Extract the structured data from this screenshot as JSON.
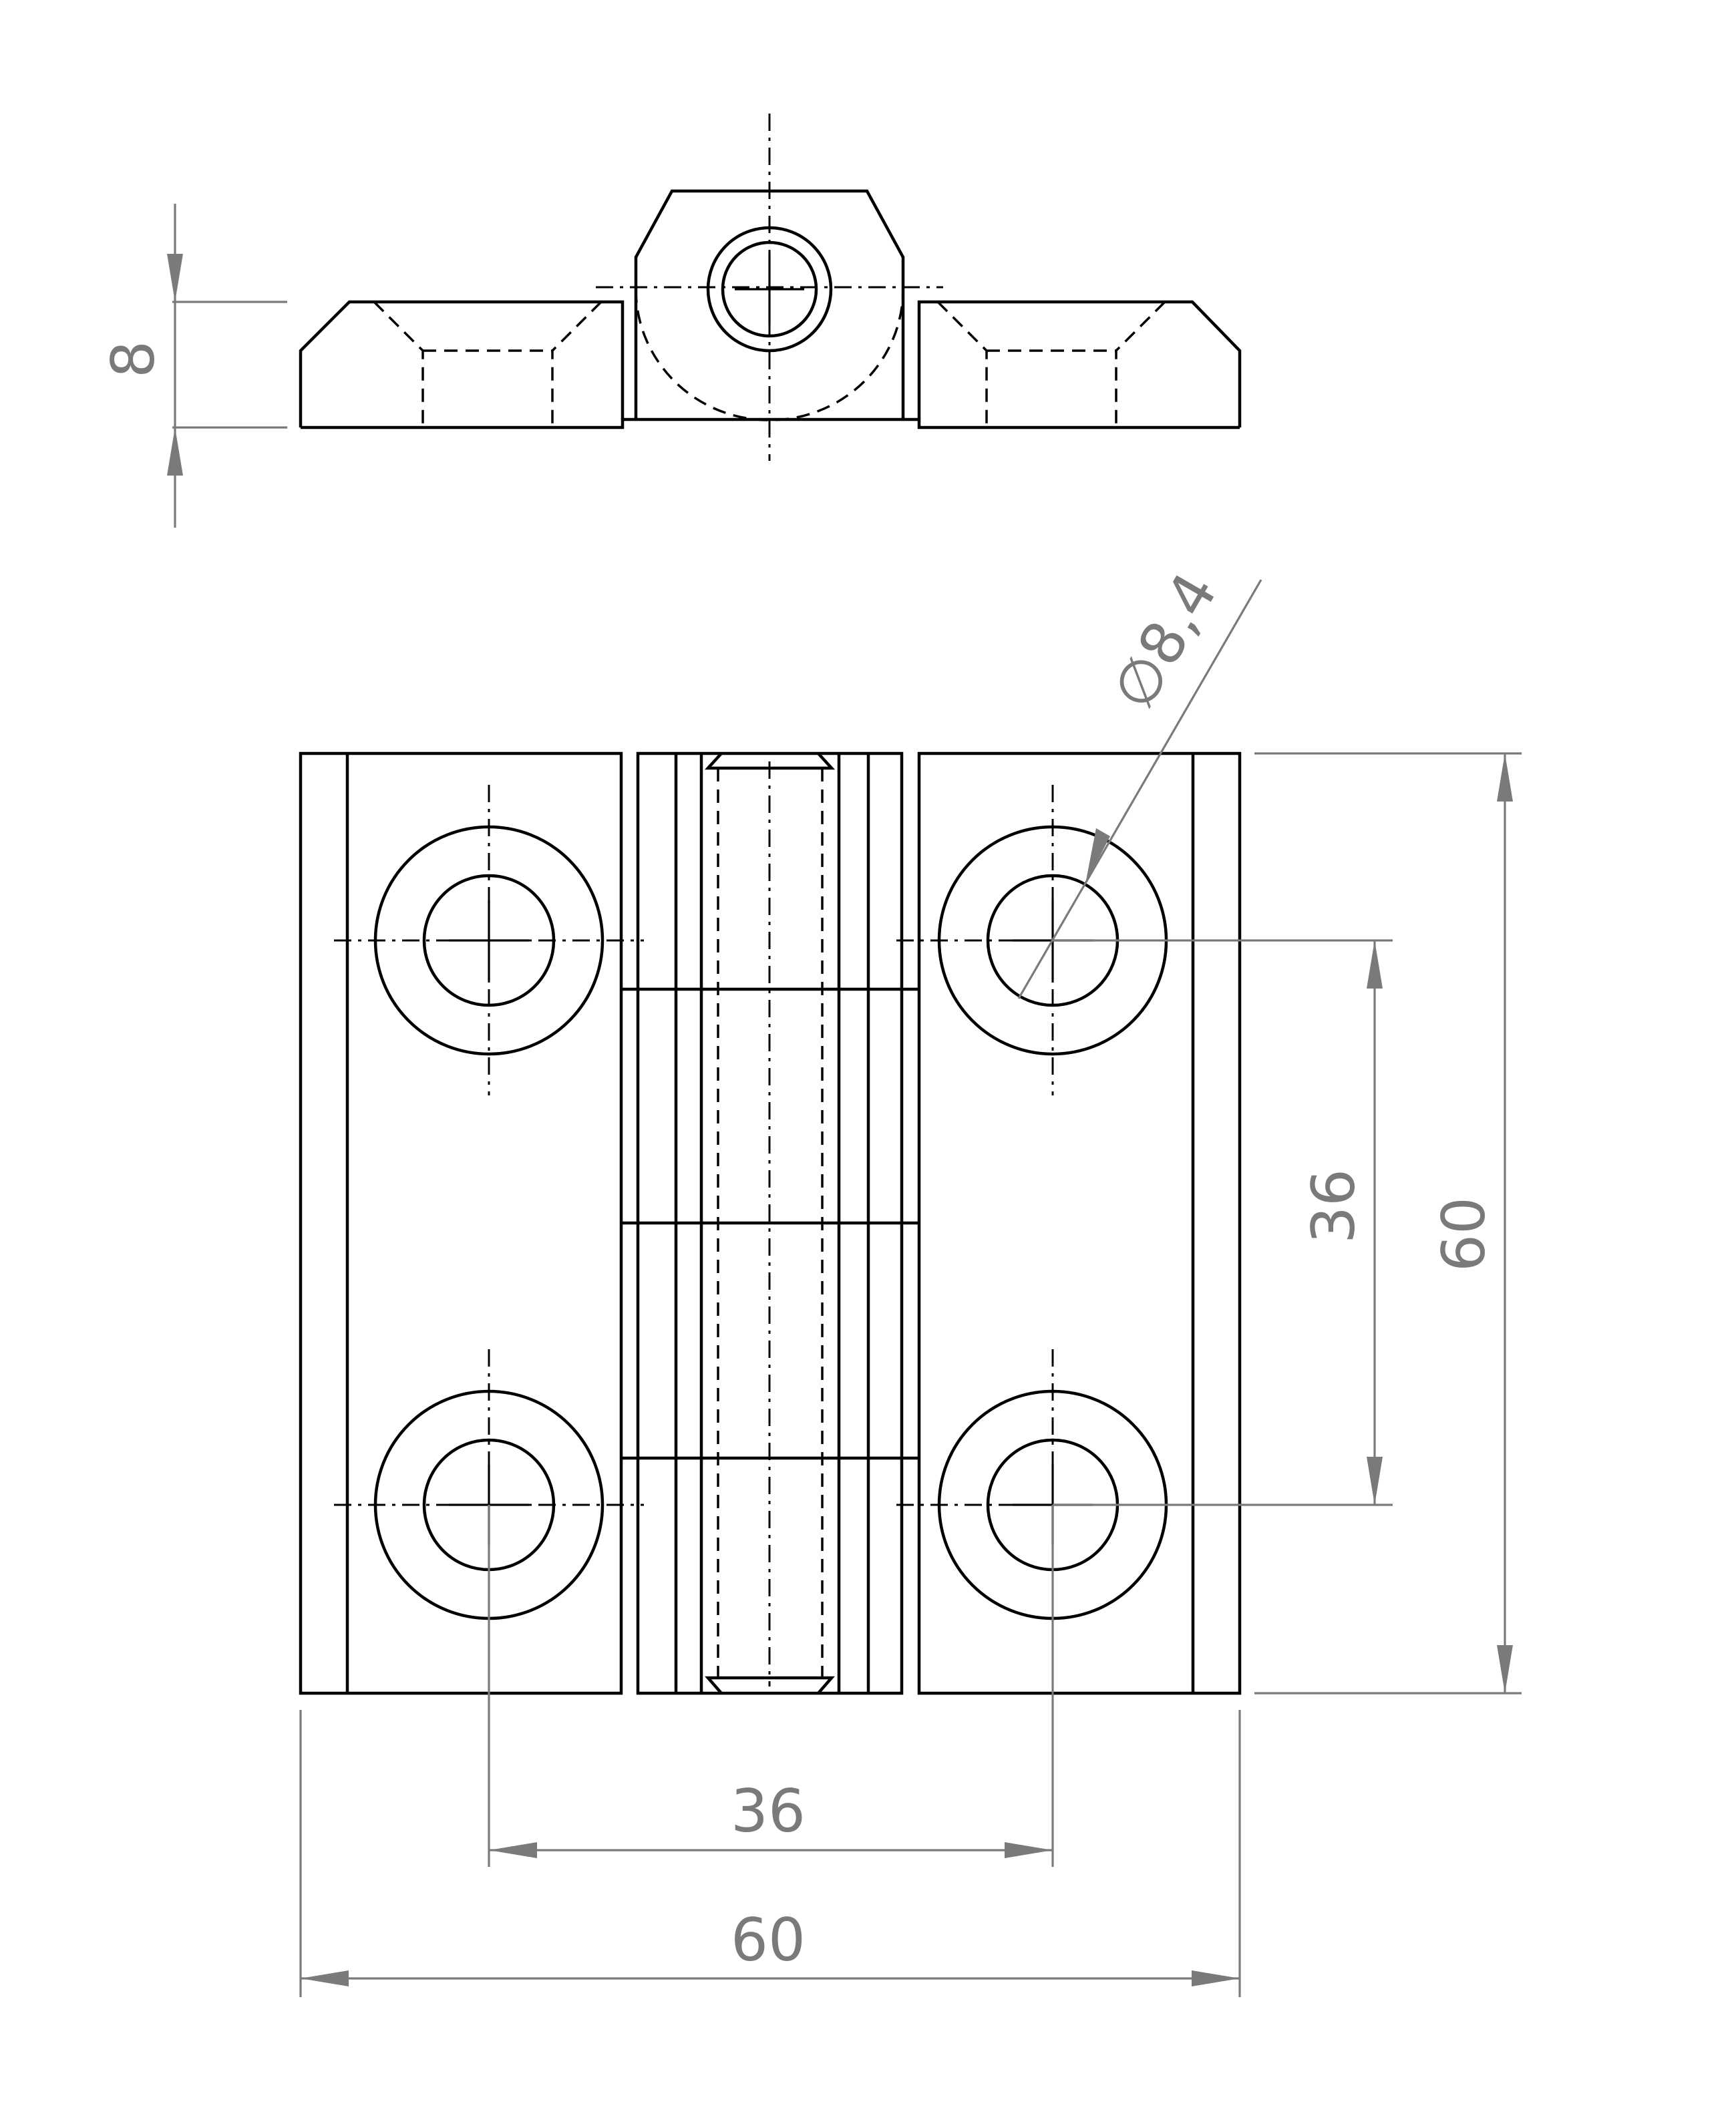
{
  "title": "",
  "dimensions": {
    "thickness": "8",
    "hole_spacing_vertical": "36",
    "overall_height": "60",
    "hole_spacing_horizontal": "36",
    "overall_width": "60",
    "hole_diameter": "∅8,4"
  },
  "colors": {
    "object_line": "#000000",
    "dimension_line": "#7a7a7a",
    "background": "#ffffff"
  }
}
